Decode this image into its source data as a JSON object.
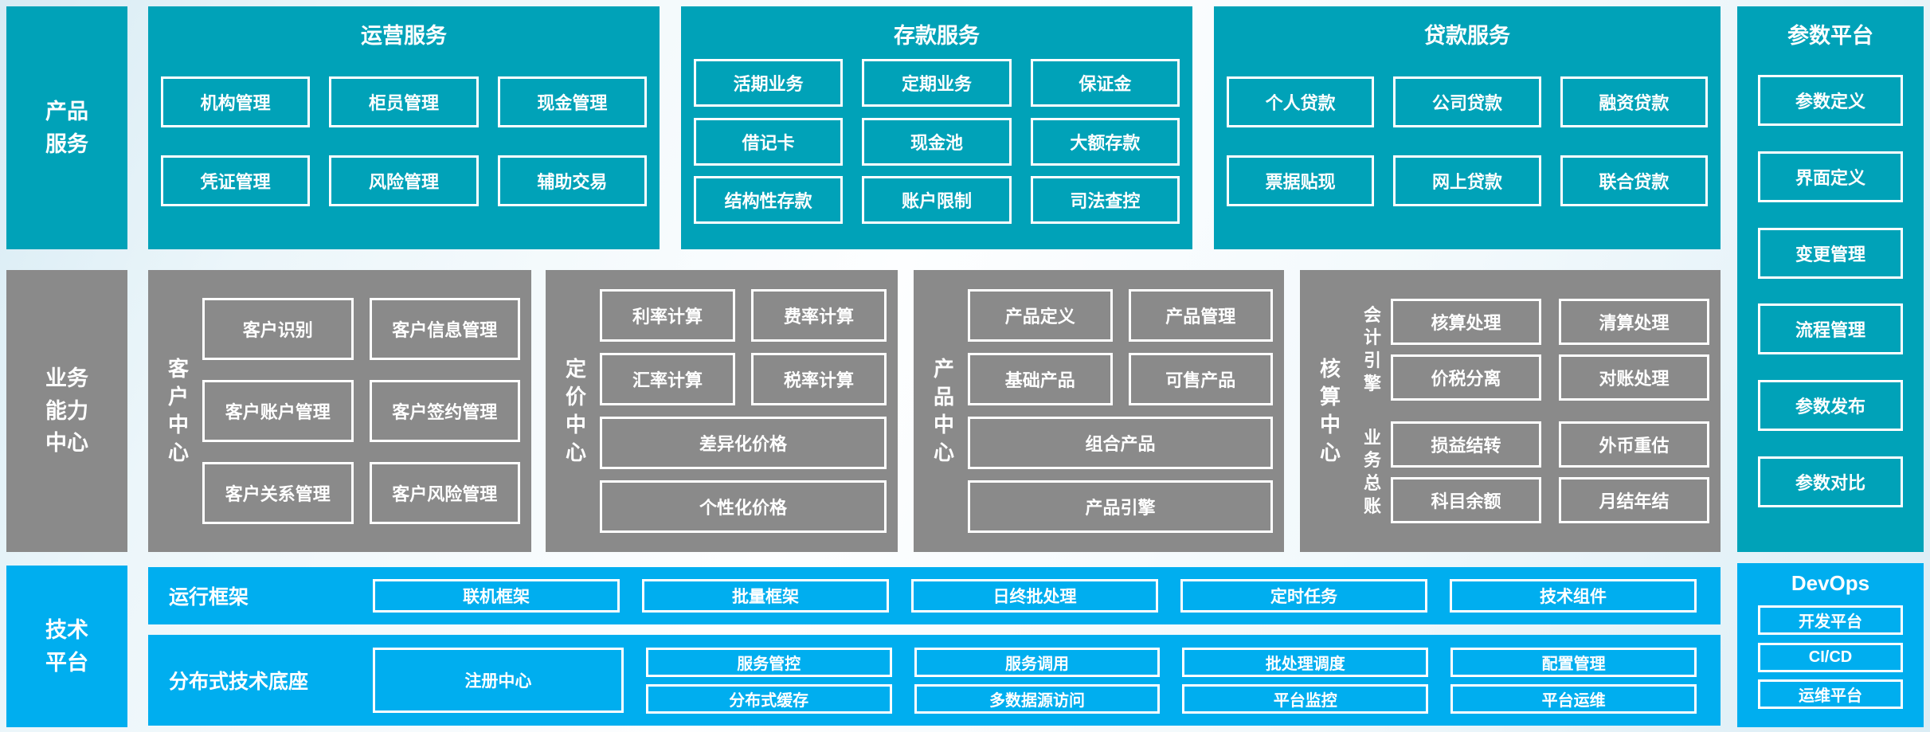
{
  "palette": {
    "teal": "#00a2b8",
    "gray": "#8a8a8a",
    "blue": "#00aeef",
    "box_border": "#ffffff",
    "text": "#ffffff",
    "background_tint": "#d7ebf4"
  },
  "left_rail": {
    "product_services": "产品服务",
    "business_center": "业务能力中心",
    "tech_platform": "技术平台"
  },
  "top_row": {
    "operations": {
      "title": "运营服务",
      "boxes": [
        "机构管理",
        "柜员管理",
        "现金管理",
        "凭证管理",
        "风险管理",
        "辅助交易"
      ]
    },
    "deposit": {
      "title": "存款服务",
      "boxes": [
        "活期业务",
        "定期业务",
        "保证金",
        "借记卡",
        "现金池",
        "大额存款",
        "结构性存款",
        "账户限制",
        "司法查控"
      ]
    },
    "loan": {
      "title": "贷款服务",
      "boxes": [
        "个人贷款",
        "公司贷款",
        "融资贷款",
        "票据贴现",
        "网上贷款",
        "联合贷款"
      ]
    }
  },
  "param_platform": {
    "title": "参数平台",
    "boxes": [
      "参数定义",
      "界面定义",
      "变更管理",
      "流程管理",
      "参数发布",
      "参数对比"
    ]
  },
  "middle_row": {
    "customer_center": {
      "label": "客户中心",
      "boxes": [
        "客户识别",
        "客户信息管理",
        "客户账户管理",
        "客户签约管理",
        "客户关系管理",
        "客户风险管理"
      ]
    },
    "pricing_center": {
      "label": "定价中心",
      "grid_boxes": [
        "利率计算",
        "费率计算",
        "汇率计算",
        "税率计算"
      ],
      "wide_boxes": [
        "差异化价格",
        "个性化价格"
      ]
    },
    "product_center": {
      "label": "产品中心",
      "grid_boxes": [
        "产品定义",
        "产品管理",
        "基础产品",
        "可售产品"
      ],
      "wide_boxes": [
        "组合产品",
        "产品引擎"
      ]
    },
    "accounting_center": {
      "label": "核算中心",
      "groups": [
        {
          "label": "会计引擎",
          "boxes": [
            "核算处理",
            "清算处理",
            "价税分离",
            "对账处理"
          ]
        },
        {
          "label": "业务总账",
          "boxes": [
            "损益结转",
            "外币重估",
            "科目余额",
            "月结年结"
          ]
        }
      ]
    }
  },
  "bottom_row": {
    "runtime": {
      "label": "运行框架",
      "boxes": [
        "联机框架",
        "批量框架",
        "日终批处理",
        "定时任务",
        "技术组件"
      ]
    },
    "distributed": {
      "label": "分布式技术底座",
      "registry": "注册中心",
      "columns": [
        [
          "服务管控",
          "分布式缓存"
        ],
        [
          "服务调用",
          "多数据源访问"
        ],
        [
          "批处理调度",
          "平台监控"
        ],
        [
          "配置管理",
          "平台运维"
        ]
      ]
    },
    "devops": {
      "title": "DevOps",
      "boxes": [
        "开发平台",
        "CI/CD",
        "运维平台"
      ]
    }
  }
}
